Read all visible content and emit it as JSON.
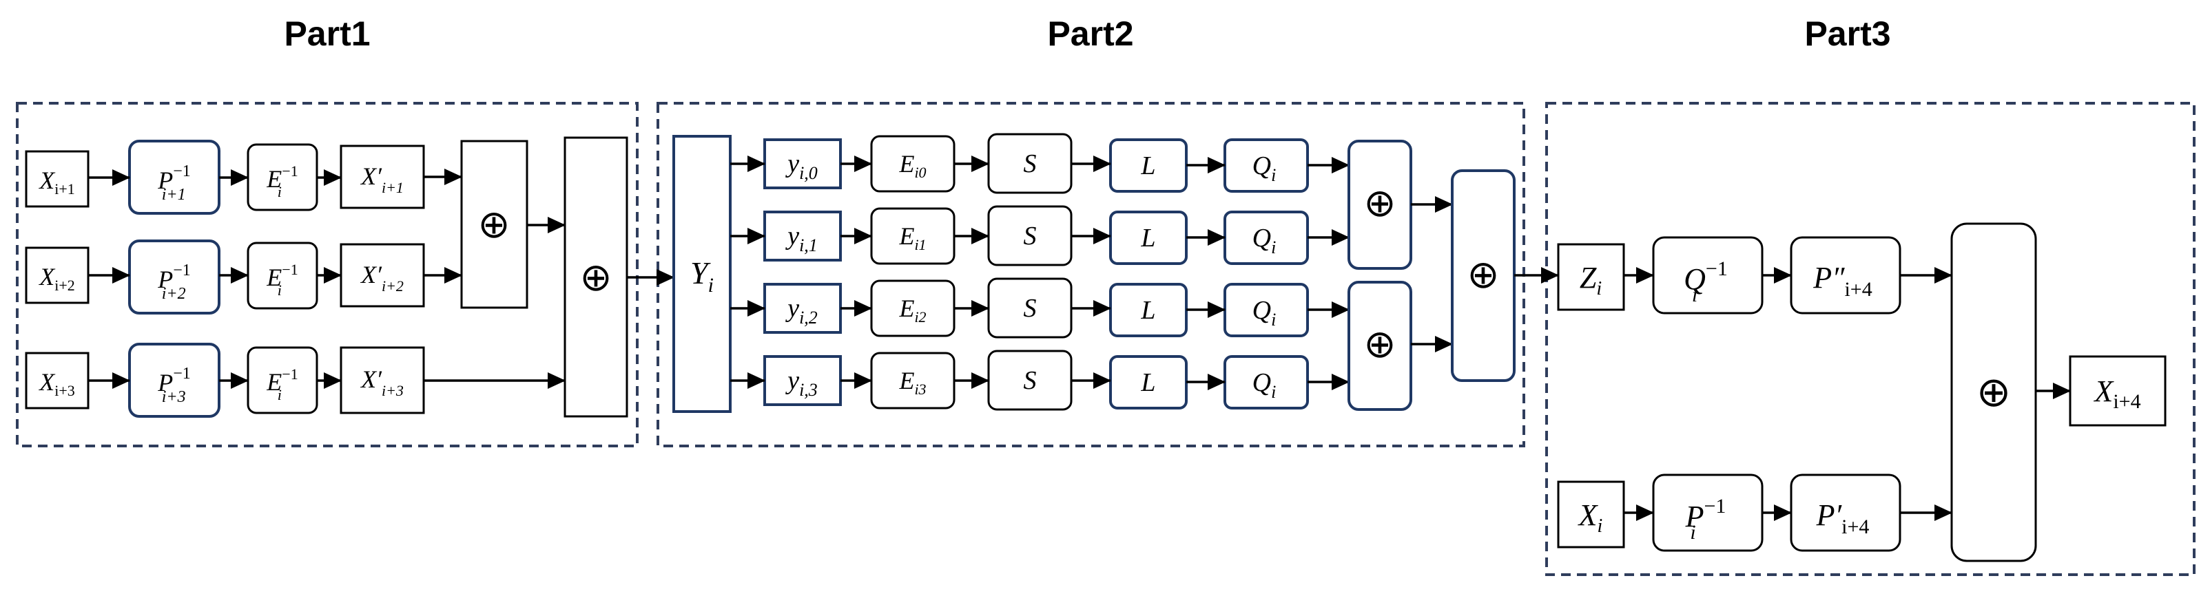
{
  "parts": [
    "Part1",
    "Part2",
    "Part3"
  ],
  "xor_symbol": "⊕",
  "part1": {
    "rows": [
      {
        "x": "X",
        "x_sub": "i+1",
        "p": "P",
        "p_sup": "−1",
        "p_sub": "i+1",
        "e": "E",
        "e_sup": "−1",
        "e_sub": "i",
        "xp": "X′",
        "xp_sub": "i+1"
      },
      {
        "x": "X",
        "x_sub": "i+2",
        "p": "P",
        "p_sup": "−1",
        "p_sub": "i+2",
        "e": "E",
        "e_sup": "−1",
        "e_sub": "i",
        "xp": "X′",
        "xp_sub": "i+2"
      },
      {
        "x": "X",
        "x_sub": "i+3",
        "p": "P",
        "p_sup": "−1",
        "p_sub": "i+3",
        "e": "E",
        "e_sup": "−1",
        "e_sub": "i",
        "xp": "X′",
        "xp_sub": "i+3"
      }
    ]
  },
  "part2": {
    "y_big": "Y",
    "y_big_sub": "i",
    "rows": [
      {
        "y": "y",
        "y_sub": "i,0",
        "e": "E",
        "e_sub": "i0",
        "s": "S",
        "l": "L",
        "q": "Q",
        "q_sub": "i"
      },
      {
        "y": "y",
        "y_sub": "i,1",
        "e": "E",
        "e_sub": "i1",
        "s": "S",
        "l": "L",
        "q": "Q",
        "q_sub": "i"
      },
      {
        "y": "y",
        "y_sub": "i,2",
        "e": "E",
        "e_sub": "i2",
        "s": "S",
        "l": "L",
        "q": "Q",
        "q_sub": "i"
      },
      {
        "y": "y",
        "y_sub": "i,3",
        "e": "E",
        "e_sub": "i3",
        "s": "S",
        "l": "L",
        "q": "Q",
        "q_sub": "i"
      }
    ]
  },
  "part3": {
    "z": "Z",
    "z_sub": "i",
    "qinv": "Q",
    "qinv_sup": "−1",
    "qinv_sub": "i",
    "pdd": "P″",
    "pdd_sub": "i+4",
    "x": "X",
    "x_sub": "i",
    "pinv": "P",
    "pinv_sup": "−1",
    "pinv_sub": "i",
    "pd": "P′",
    "pd_sub": "i+4",
    "out": "X",
    "out_sub": "i+4"
  }
}
